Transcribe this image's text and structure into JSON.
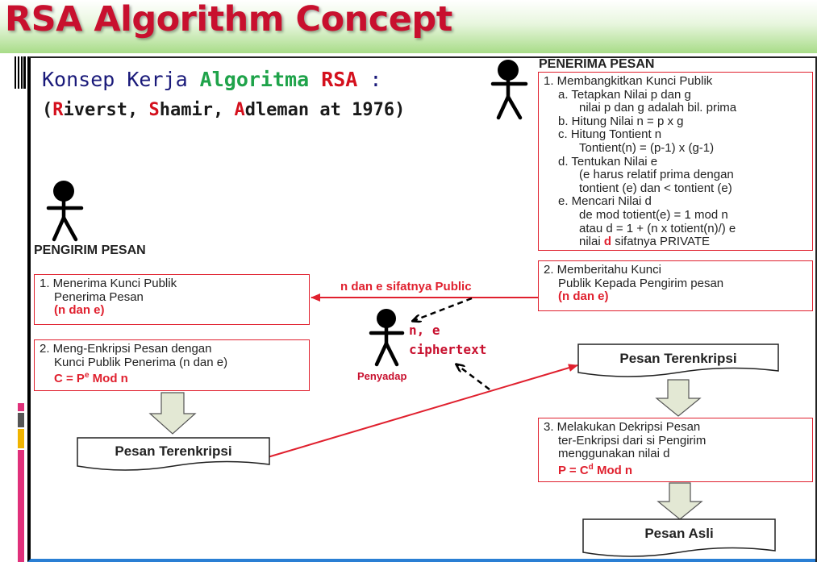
{
  "title": "RSA Algorithm Concept",
  "heading": {
    "line1_a": "Konsep Kerja ",
    "line1_b": "Algoritma",
    "line1_c": " ",
    "line1_d": "RSA",
    "line1_e": " :",
    "line2_open": "(",
    "line2_R": "R",
    "line2_iverst": "iverst, ",
    "line2_S": "S",
    "line2_hamir": "hamir, ",
    "line2_A": "A",
    "line2_rest": "dleman at 1976)"
  },
  "receiver": {
    "label": "PENERIMA PESAN",
    "box1": {
      "l1": "1. Membangkitkan Kunci Publik",
      "l2": "a. Tetapkan Nilai p dan g",
      "l3": "nilai p dan g adalah bil. prima",
      "l4": "b. Hitung Nilai n = p x g",
      "l5": "c. Hitung Tontient n",
      "l6": "Tontient(n) = (p-1) x (g-1)",
      "l7": "d. Tentukan Nilai e",
      "l8": "(e harus relatif prima dengan",
      "l9": "tontient (e) dan < tontient (e)",
      "l10": "e. Mencari Nilai d",
      "l11": "de mod totient(e) = 1 mod n",
      "l12": "atau d = 1 + (n x totient(n)/) e",
      "l13a": "nilai ",
      "l13b": "d",
      "l13c": " sifatnya PRIVATE"
    },
    "box2": {
      "l1": "2. Memberitahu Kunci",
      "l2": "Publik Kepada Pengirim pesan",
      "l3": "(n dan e)"
    },
    "encrypted_label": "Pesan Terenkripsi",
    "box3": {
      "l1": "3. Melakukan Dekripsi Pesan",
      "l2": "ter-Enkripsi dari si Pengirim",
      "l3": "menggunakan nilai d",
      "l4a": "P = C",
      "l4sup": "d",
      "l4b": " Mod n"
    },
    "original_label": "Pesan Asli"
  },
  "sender": {
    "label": "PENGIRIM PESAN",
    "box1": {
      "l1": "1. Menerima Kunci Publik",
      "l2": "Penerima Pesan",
      "l3": "(n dan e)"
    },
    "box2": {
      "l1": "2. Meng-Enkripsi Pesan dengan",
      "l2": "Kunci Publik Penerima (n dan e)",
      "l3a": "C = P",
      "l3sup": "e",
      "l3b": " Mod n"
    },
    "encrypted_label": "Pesan Terenkripsi"
  },
  "public_note": "n dan e sifatnya Public",
  "eavesdropper": {
    "label": "Penyadap",
    "intercept1": "n, e",
    "intercept2": "ciphertext"
  },
  "colors": {
    "accent_red": "#e0202e",
    "title_red": "#c8102e",
    "green": "#1fa34a",
    "navy": "#1a1a7a",
    "arrow_fill": "#e3e8d4"
  }
}
